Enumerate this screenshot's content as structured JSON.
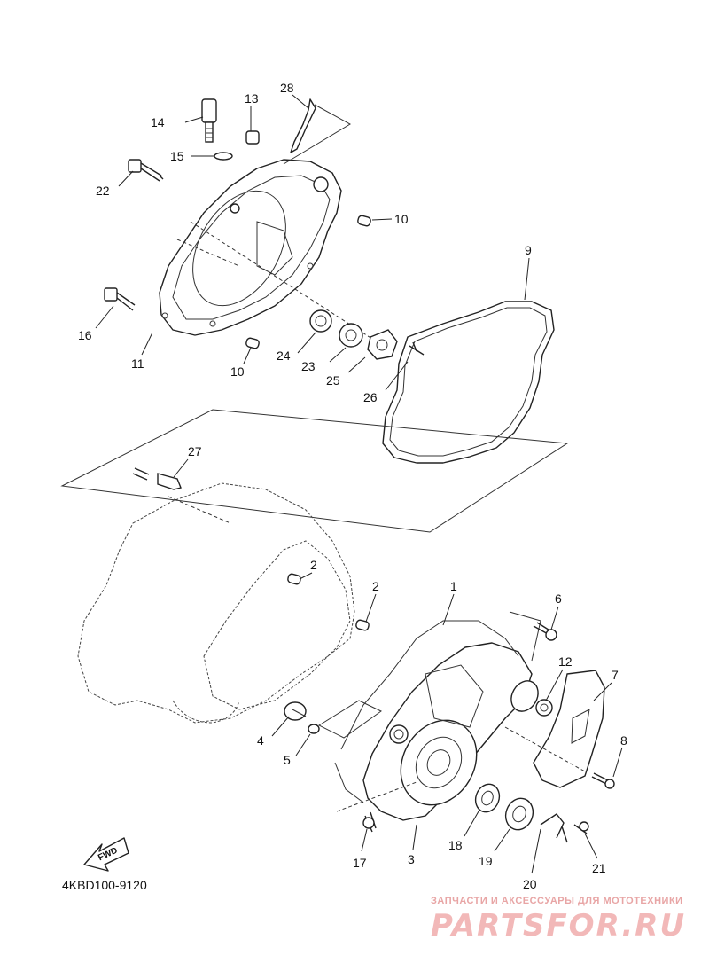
{
  "diagram": {
    "code": "4KBD100-9120",
    "fwd_label": "FWD",
    "callouts": {
      "n1": "1",
      "n2a": "2",
      "n2b": "2",
      "n3": "3",
      "n4": "4",
      "n5": "5",
      "n6": "6",
      "n7": "7",
      "n8": "8",
      "n9": "9",
      "n10a": "10",
      "n10b": "10",
      "n11": "11",
      "n12": "12",
      "n13": "13",
      "n14": "14",
      "n15": "15",
      "n16": "16",
      "n17": "17",
      "n18": "18",
      "n19": "19",
      "n20": "20",
      "n21": "21",
      "n22": "22",
      "n23": "23",
      "n24": "24",
      "n25": "25",
      "n26": "26",
      "n27": "27",
      "n28": "28"
    }
  },
  "watermark": {
    "tagline": "ЗАПЧАСТИ И АКСЕССУАРЫ ДЛЯ МОТОТЕХНИКИ",
    "logo": "PARTSFOR.RU",
    "color": "#f2b8b8"
  }
}
